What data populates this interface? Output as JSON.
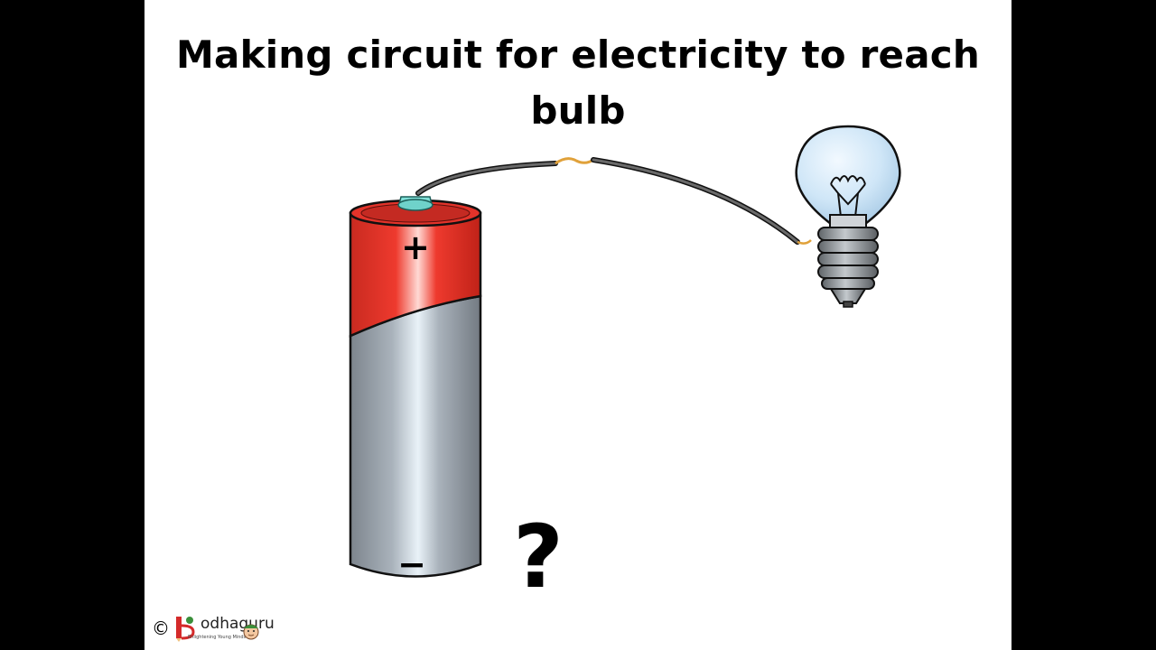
{
  "slide": {
    "title": "Making circuit for electricity to reach bulb",
    "question_mark": "?"
  },
  "battery": {
    "positive_sign": "+",
    "negative_sign": "−",
    "colors": {
      "positive_end": "#ee3a2e",
      "body": "#a9b2bb",
      "terminal": "#7fe0d8"
    }
  },
  "bulb": {
    "colors": {
      "glass": "#cfe6f7",
      "base": "#8a8f94"
    }
  },
  "wire": {
    "color": "#4d4d4d",
    "joint_color": "#e0a13a"
  },
  "branding": {
    "copyright_symbol": "©",
    "logo_name": "odhaguru",
    "logo_tagline": "Enlightening Young Minds"
  }
}
